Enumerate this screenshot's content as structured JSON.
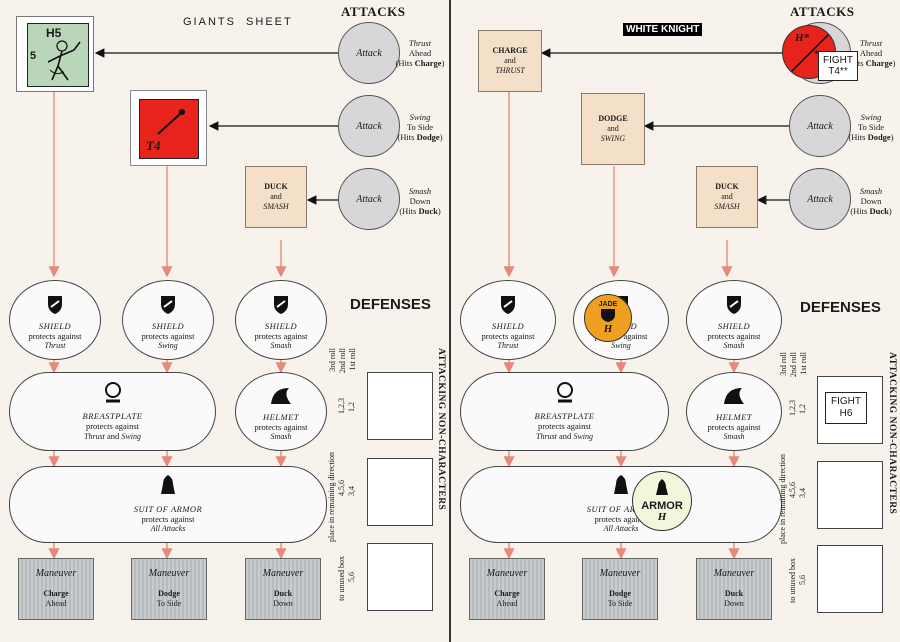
{
  "left": {
    "title": "GIANTS  SHEET",
    "attacks_header": "ATTACKS",
    "defenses_header": "DEFENSES",
    "attack_circle_label": "Attack",
    "attacks": [
      {
        "verb": "Thrust",
        "dir": "Ahead",
        "hits": "(Hits",
        "hits_b": "Charge",
        "hits_end": ")"
      },
      {
        "verb": "Swing",
        "dir": "To Side",
        "hits": "(Hits",
        "hits_b": "Dodge",
        "hits_end": ")"
      },
      {
        "verb": "Smash",
        "dir": "Down",
        "hits": "(Hits",
        "hits_b": "Duck",
        "hits_end": ")"
      }
    ],
    "maneuver_box": {
      "top": "DUCK",
      "mid": "and",
      "bot": "SMASH"
    },
    "shields": [
      {
        "name": "SHIELD",
        "sub": "protects against",
        "what": "Thrust"
      },
      {
        "name": "SHIELD",
        "sub": "protects against",
        "what": "Swing"
      },
      {
        "name": "SHIELD",
        "sub": "protects against",
        "what": "Smash"
      }
    ],
    "breastplate": {
      "name": "BREASTPLATE",
      "sub": "protects against",
      "what": "Thrust",
      "and": "and",
      "what2": "Swing"
    },
    "helmet": {
      "name": "HELMET",
      "sub": "protects against",
      "what": "Smash"
    },
    "armor": {
      "name": "SUIT OF ARMOR",
      "sub": "protects against",
      "what": "All Attacks"
    },
    "maneuvers": [
      {
        "label": "Maneuver",
        "a": "Charge",
        "b": "Ahead"
      },
      {
        "label": "Maneuver",
        "a": "Dodge",
        "b": "To Side"
      },
      {
        "label": "Maneuver",
        "a": "Duck",
        "b": "Down"
      }
    ],
    "roll_labels": [
      "1st roll",
      "2nd roll",
      "3rd roll"
    ],
    "roll_ranges": [
      "1,2",
      "1,2,3",
      "3,4",
      "4,5,6",
      "5,6"
    ],
    "side_text_1": "place in remaining direction",
    "side_text_2": "to unused box",
    "side_title": "ATTACKING NON-CHARACTERS",
    "giant_counter": {
      "code": "H5",
      "num": "5"
    },
    "red_counter": {
      "code": "T4"
    }
  },
  "right": {
    "title": "WHITE KNIGHT",
    "attacks_header": "ATTACKS",
    "defenses_header": "DEFENSES",
    "attack_circle_label": "Attack",
    "attacks": [
      {
        "verb": "Thrust",
        "dir": "Ahead",
        "hits": "(Hits",
        "hits_b": "Charge",
        "hits_end": ")"
      },
      {
        "verb": "Swing",
        "dir": "To Side",
        "hits": "(Hits",
        "hits_b": "Dodge",
        "hits_end": ")"
      },
      {
        "verb": "Smash",
        "dir": "Down",
        "hits": "(Hits",
        "hits_b": "Duck",
        "hits_end": ")"
      }
    ],
    "maneuver_boxes": [
      {
        "top": "CHARGE",
        "mid": "and",
        "bot": "THRUST"
      },
      {
        "top": "DODGE",
        "mid": "and",
        "bot": "SWING"
      },
      {
        "top": "DUCK",
        "mid": "and",
        "bot": "SMASH"
      }
    ],
    "shields": [
      {
        "name": "SHIELD",
        "sub": "protects against",
        "what": "Thrust"
      },
      {
        "name": "SHIELD",
        "sub": "protects against",
        "what": "Swing"
      },
      {
        "name": "SHIELD",
        "sub": "protects against",
        "what": "Smash"
      }
    ],
    "breastplate": {
      "name": "BREASTPLATE",
      "sub": "protects against",
      "what": "Thrust",
      "and": "and",
      "what2": "Swing"
    },
    "helmet": {
      "name": "HELMET",
      "sub": "protects against",
      "what": "Smash"
    },
    "armor": {
      "name": "SUIT OF ARMOR",
      "sub": "protects against",
      "what": "All Attacks"
    },
    "maneuvers": [
      {
        "label": "Maneuver",
        "a": "Charge",
        "b": "Ahead"
      },
      {
        "label": "Maneuver",
        "a": "Dodge",
        "b": "To Side"
      },
      {
        "label": "Maneuver",
        "a": "Duck",
        "b": "Down"
      }
    ],
    "roll_labels": [
      "1st roll",
      "2nd roll",
      "3rd roll"
    ],
    "roll_ranges": [
      "1,2",
      "1,2,3",
      "3,4",
      "4,5,6",
      "5,6"
    ],
    "side_text_1": "place in remaining direction",
    "side_text_2": "to unused box",
    "side_title": "ATTACKING NON-CHARACTERS",
    "attack_counter": {
      "code": "H*",
      "star": "*"
    },
    "fight_counter_1": {
      "l1": "FIGHT",
      "l2": "T4**"
    },
    "fight_counter_2": {
      "l1": "FIGHT",
      "l2": "H6"
    },
    "jade_counter": {
      "top": "JADE",
      "code": "H"
    },
    "armor_counter": {
      "name": "ARMOR",
      "code": "H"
    }
  },
  "colors": {
    "attack_circle": "#d7d7d9",
    "maneuver_box": "#f4dfc9",
    "arrow": "#e58a7a",
    "red_counter": "#e8231b",
    "jade": "#f0a020",
    "armor_chit": "#f4f6dc"
  },
  "icons": [
    "shield-icon",
    "breastplate-icon",
    "helmet-icon",
    "armor-icon",
    "arrow-left-icon",
    "arrow-down-icon"
  ]
}
